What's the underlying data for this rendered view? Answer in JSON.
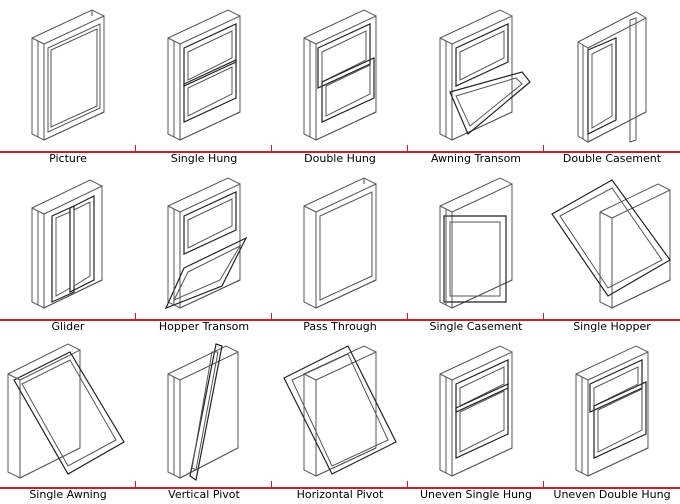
{
  "rows": [
    [
      {
        "label": "Picture",
        "icon": "picture-window-icon"
      },
      {
        "label": "Single Hung",
        "icon": "single-hung-window-icon"
      },
      {
        "label": "Double Hung",
        "icon": "double-hung-window-icon"
      },
      {
        "label": "Awning Transom",
        "icon": "awning-transom-window-icon"
      },
      {
        "label": "Double Casement",
        "icon": "double-casement-window-icon"
      }
    ],
    [
      {
        "label": "Glider",
        "icon": "glider-window-icon"
      },
      {
        "label": "Hopper Transom",
        "icon": "hopper-transom-window-icon"
      },
      {
        "label": "Pass Through",
        "icon": "pass-through-window-icon"
      },
      {
        "label": "Single Casement",
        "icon": "single-casement-window-icon"
      },
      {
        "label": "Single Hopper",
        "icon": "single-hopper-window-icon"
      }
    ],
    [
      {
        "label": "Single Awning",
        "icon": "single-awning-window-icon"
      },
      {
        "label": "Vertical Pivot",
        "icon": "vertical-pivot-window-icon"
      },
      {
        "label": "Horizontal Pivot",
        "icon": "horizontal-pivot-window-icon"
      },
      {
        "label": "Uneven Single Hung",
        "icon": "uneven-single-hung-window-icon"
      },
      {
        "label": "Uneven Double Hung",
        "icon": "uneven-double-hung-window-icon"
      }
    ]
  ],
  "colors": {
    "divider": "#cc2020",
    "line": "#555555",
    "background": "#ffffff"
  }
}
